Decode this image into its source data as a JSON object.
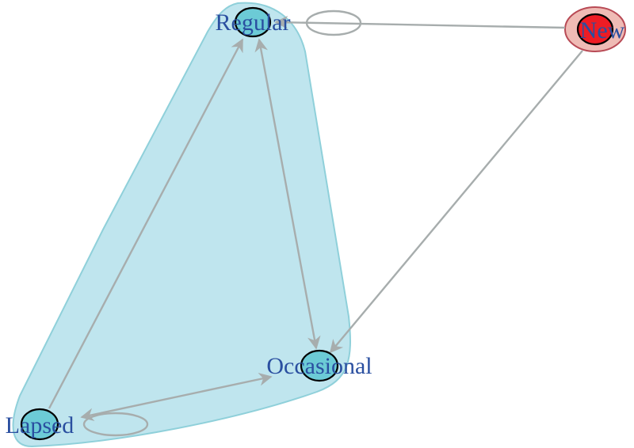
{
  "graph": {
    "nodes": [
      {
        "id": "regular",
        "label": "Regular",
        "group": "cluster"
      },
      {
        "id": "new",
        "label": "New",
        "group": "single"
      },
      {
        "id": "occasional",
        "label": "Occasional",
        "group": "cluster"
      },
      {
        "id": "lapsed",
        "label": "Lapsed",
        "group": "cluster"
      }
    ],
    "edges": [
      {
        "from": "new",
        "to": "regular"
      },
      {
        "from": "regular",
        "to": "regular"
      },
      {
        "from": "regular",
        "to": "occasional"
      },
      {
        "from": "occasional",
        "to": "regular"
      },
      {
        "from": "lapsed",
        "to": "regular"
      },
      {
        "from": "new",
        "to": "occasional"
      },
      {
        "from": "lapsed",
        "to": "occasional"
      },
      {
        "from": "occasional",
        "to": "lapsed"
      },
      {
        "from": "lapsed",
        "to": "lapsed"
      }
    ]
  },
  "colors": {
    "cluster_fill": "#bfe5ee",
    "cluster_border": "#8fd0da",
    "cluster_node": "#6ccbd6",
    "new_fill": "#ee1c24",
    "new_ring_fill": "#efbbb5",
    "new_ring_border": "#b84a55",
    "edge": "#a7adad",
    "label": "#2a4fa0"
  }
}
